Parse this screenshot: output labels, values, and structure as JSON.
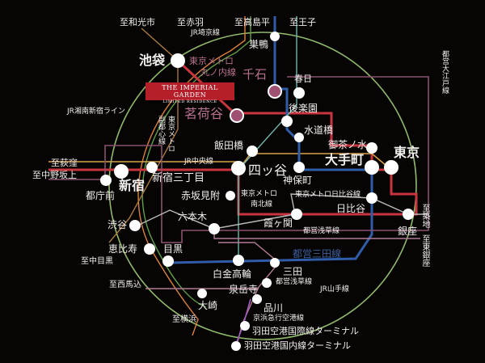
{
  "banner": {
    "title": "THE IMPERIAL GARDEN",
    "subtitle": "LIMITED RESIDENCE"
  },
  "colors": {
    "background": "#070404",
    "yamanote": "#8fb86a",
    "marunouchi": "#c8353f",
    "namboku": "#6fb6ad",
    "mita": "#2f5da8",
    "oedo": "#8a5270",
    "asakusa": "#b17a93",
    "hibiya": "#b8b8b8",
    "chuo": "#d8a24a",
    "fukutoshin": "#a87a3e",
    "saikyo": "#5fa048",
    "shonan": "#d9803a",
    "keikyu": "#a05ac0",
    "highlight": "#b41f2a"
  },
  "stations": {
    "ikebukuro": "池袋",
    "senkawa": "千石",
    "myogadani": "茗荷谷",
    "sugamo": "巣鴨",
    "kasuga": "春日",
    "korakuen": "後楽園",
    "suidobashi": "水道橋",
    "iidabashi": "飯田橋",
    "ochanomizu": "御茶ノ水",
    "otemachi": "大手町",
    "tokyo": "東京",
    "yotsuya": "四ッ谷",
    "jimbocho": "神保町",
    "shinjuku": "新宿",
    "shinjuku_sanchome": "新宿三丁目",
    "tochomae": "都庁前",
    "akasaka_mitsuke": "赤坂見附",
    "hibiya": "日比谷",
    "ginza": "銀座",
    "kasumigaseki": "霞ヶ関",
    "roppongi": "六本木",
    "shibuya": "渋谷",
    "ebisu": "恵比寿",
    "meguro": "目黒",
    "shirokane_takanawa": "白金高輪",
    "mita": "三田",
    "sengakuji": "泉岳寺",
    "shinagawa": "品川",
    "osaki": "大崎",
    "haneda_intl": "羽田空港国際線ターミナル",
    "haneda_dom": "羽田空港国内線ターミナル"
  },
  "destinations": {
    "wakoshi": "至和光市",
    "akabane": "至赤羽",
    "takashimadaira": "至高島平",
    "oji": "至王子",
    "ogikubo": "至荻窪",
    "nakano_sakaue": "至中野坂上",
    "naka_meguro": "至中目黒",
    "nishi_magome": "至西馬込",
    "yokohama": "至横浜",
    "tsukiji": "至築地",
    "higashi_ginza": "至東銀座"
  },
  "lines": {
    "saikyo": "JR埼京線",
    "marunouchi": "東京メトロ丸ノ内線",
    "marunouchi_1": "東京メトロ",
    "marunouchi_2": "丸ノ内線",
    "shonan": "JR湘南新宿ライン",
    "fukutoshin_1": "東京メトロ",
    "fukutoshin_2": "副都心線",
    "chuo": "JR中央線",
    "namboku_1": "東京メトロ",
    "namboku_2": "南北線",
    "hibiya": "東京メトロ日比谷線",
    "asakusa": "都営浅草線",
    "mita": "都営三田線",
    "yamanote": "JR山手線",
    "keikyu": "京浜急行空港線",
    "oedo": "都営大江戸線"
  }
}
